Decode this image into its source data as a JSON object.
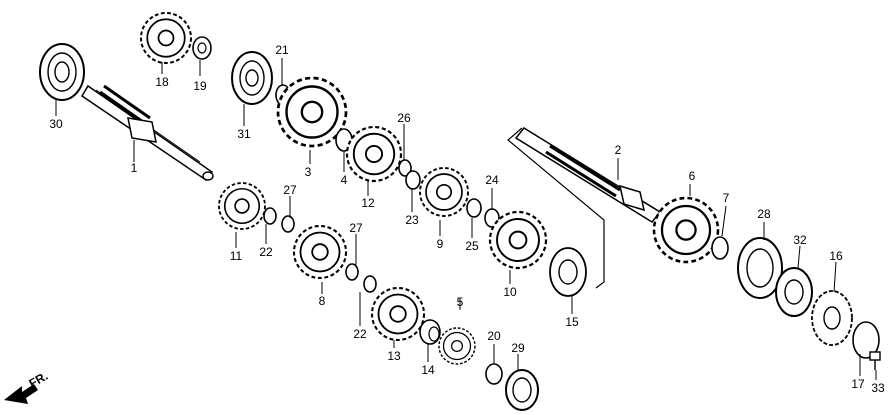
{
  "callouts": [
    {
      "id": "part-1",
      "text": "1"
    },
    {
      "id": "part-2",
      "text": "2"
    },
    {
      "id": "part-3",
      "text": "3"
    },
    {
      "id": "part-4",
      "text": "4"
    },
    {
      "id": "part-5",
      "text": "5"
    },
    {
      "id": "part-6",
      "text": "6"
    },
    {
      "id": "part-7",
      "text": "7"
    },
    {
      "id": "part-8",
      "text": "8"
    },
    {
      "id": "part-9",
      "text": "9"
    },
    {
      "id": "part-10",
      "text": "10"
    },
    {
      "id": "part-11",
      "text": "11"
    },
    {
      "id": "part-12",
      "text": "12"
    },
    {
      "id": "part-13",
      "text": "13"
    },
    {
      "id": "part-14",
      "text": "14"
    },
    {
      "id": "part-15",
      "text": "15"
    },
    {
      "id": "part-16",
      "text": "16"
    },
    {
      "id": "part-17",
      "text": "17"
    },
    {
      "id": "part-18",
      "text": "18"
    },
    {
      "id": "part-19",
      "text": "19"
    },
    {
      "id": "part-20",
      "text": "20"
    },
    {
      "id": "part-21",
      "text": "21"
    },
    {
      "id": "part-22a",
      "text": "22"
    },
    {
      "id": "part-22b",
      "text": "22"
    },
    {
      "id": "part-23",
      "text": "23"
    },
    {
      "id": "part-24",
      "text": "24"
    },
    {
      "id": "part-25",
      "text": "25"
    },
    {
      "id": "part-26",
      "text": "26"
    },
    {
      "id": "part-27a",
      "text": "27"
    },
    {
      "id": "part-27b",
      "text": "27"
    },
    {
      "id": "part-28",
      "text": "28"
    },
    {
      "id": "part-29",
      "text": "29"
    },
    {
      "id": "part-30",
      "text": "30"
    },
    {
      "id": "part-31",
      "text": "31"
    },
    {
      "id": "part-32",
      "text": "32"
    },
    {
      "id": "part-33",
      "text": "33"
    }
  ],
  "direction_label": "FR.",
  "colors": {
    "ink": "#000000",
    "paper": "#ffffff"
  }
}
